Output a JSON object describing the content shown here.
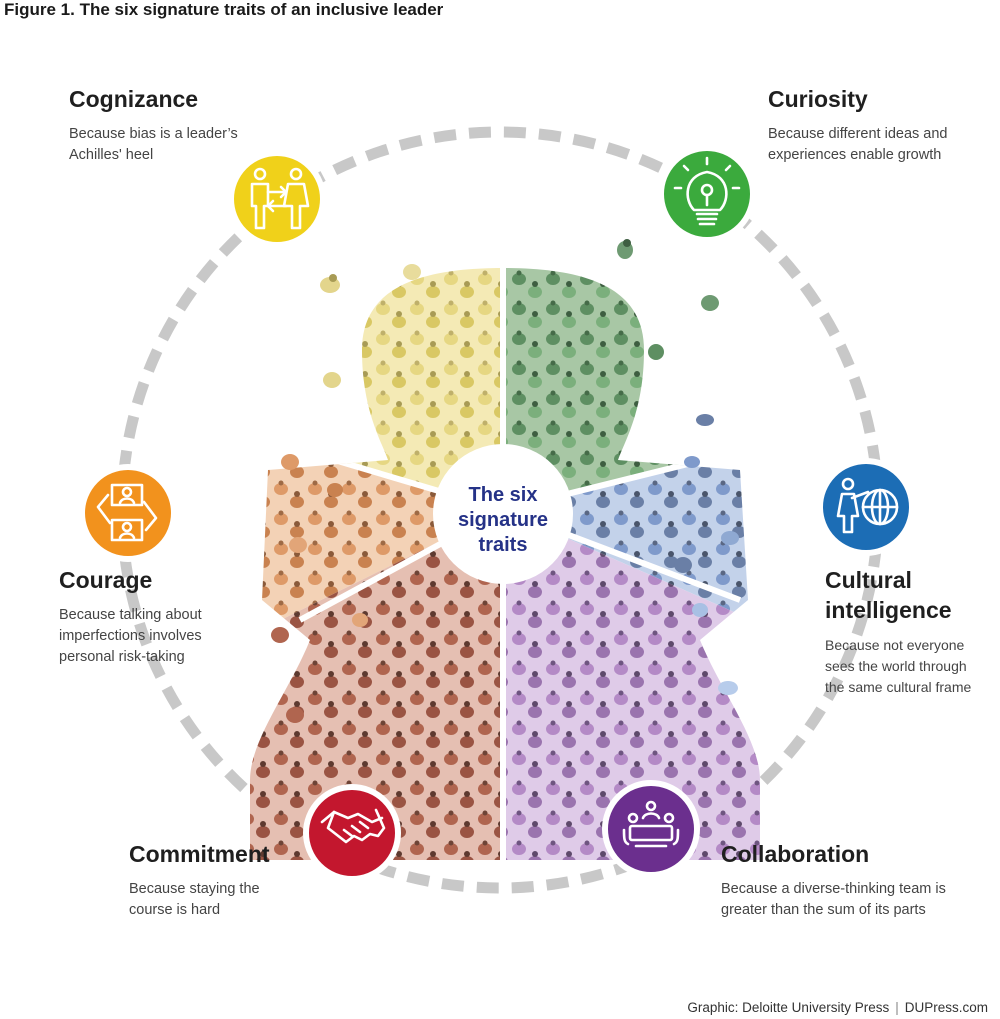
{
  "figure": {
    "title": "Figure 1. The six signature traits of an inclusive leader",
    "center_label_lines": [
      "The six",
      "signature",
      "traits"
    ]
  },
  "traits": [
    {
      "id": "cognizance",
      "name": "Cognizance",
      "description_lines": [
        "Because bias is a leader’s",
        "Achilles' heel"
      ],
      "color": "#F0D11A",
      "icon": "two-people-exchange-icon"
    },
    {
      "id": "curiosity",
      "name": "Curiosity",
      "description_lines": [
        "Because different ideas and",
        "experiences enable growth"
      ],
      "color": "#3BAA3D",
      "icon": "lightbulb-icon"
    },
    {
      "id": "courage",
      "name": "Courage",
      "description_lines": [
        "Because talking about",
        "imperfections involves",
        "personal risk-taking"
      ],
      "color": "#F2921D",
      "icon": "people-cycle-icon"
    },
    {
      "id": "cultural-intelligence",
      "name_lines": [
        "Cultural",
        "intelligence"
      ],
      "description_lines": [
        "Because not everyone",
        "sees the world through",
        "the same cultural frame"
      ],
      "color": "#1C6DB5",
      "icon": "person-globe-icon"
    },
    {
      "id": "commitment",
      "name": "Commitment",
      "description_lines": [
        "Because staying the",
        "course is hard"
      ],
      "color": "#C3172E",
      "icon": "handshake-icon"
    },
    {
      "id": "collaboration",
      "name": "Collaboration",
      "description_lines": [
        "Because a diverse-thinking team is",
        "greater than the sum of its parts"
      ],
      "color": "#6B2F8E",
      "icon": "team-table-icon"
    }
  ],
  "segment_colors": {
    "yellow": "#E9DC8A",
    "green": "#6E9A72",
    "orange": "#E2A578",
    "blue": "#8FA9D2",
    "red": "#B3705C",
    "purple": "#B18AC2",
    "ring": "#C8C8C8"
  },
  "credit": {
    "graphic": "Graphic: Deloitte University Press",
    "site": "DUPress.com"
  }
}
